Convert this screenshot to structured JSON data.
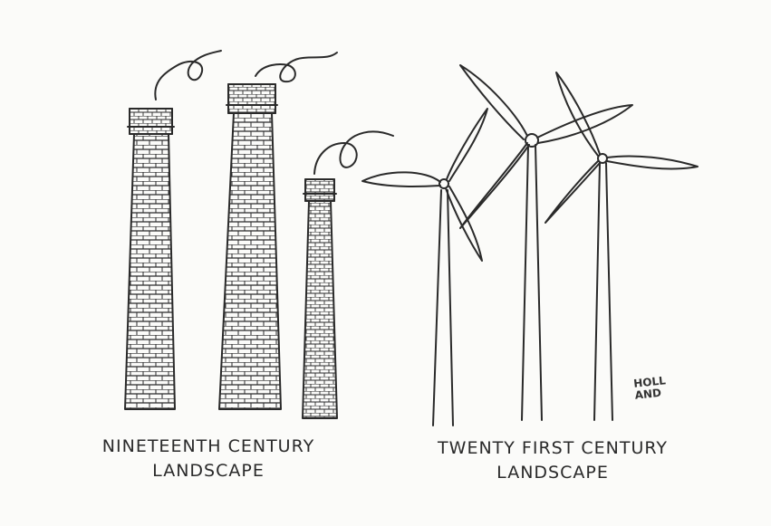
{
  "captions": {
    "left_line1": "NINETEENTH CENTURY",
    "left_line2": "LANDSCAPE",
    "right_line1": "TWENTY FIRST CENTURY",
    "right_line2": "LANDSCAPE"
  },
  "signature": {
    "line1": "HOLL",
    "line2": "AND"
  },
  "colors": {
    "ink": "#2a2a2a",
    "paper": "#fbfbf9"
  }
}
